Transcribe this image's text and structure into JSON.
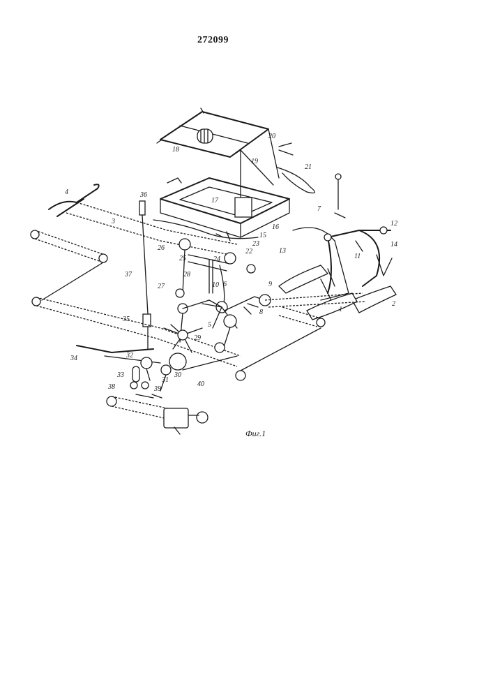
{
  "header": {
    "patent_number": "272099"
  },
  "figure": {
    "caption": "Фиг.1",
    "labels": [
      "1",
      "2",
      "3",
      "4",
      "5",
      "6",
      "7",
      "8",
      "9",
      "10",
      "11",
      "12",
      "13",
      "14",
      "15",
      "16",
      "17",
      "18",
      "19",
      "20",
      "21",
      "22",
      "23",
      "24",
      "25",
      "26",
      "27",
      "28",
      "29",
      "30",
      "31",
      "32",
      "33",
      "34",
      "35",
      "36",
      "37",
      "38",
      "39",
      "40"
    ]
  }
}
